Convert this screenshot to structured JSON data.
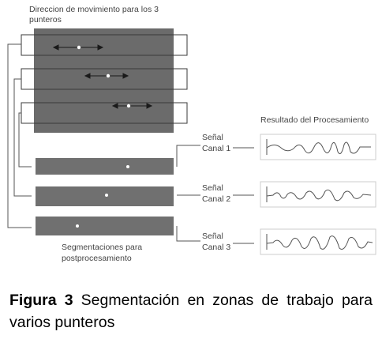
{
  "figure": {
    "top_label_line1": "Direccion de movimiento para los 3",
    "top_label_line2": "punteros",
    "result_label": "Resultado del Procesamiento",
    "bottom_label_line1": "Segmentaciones para",
    "bottom_label_line2": "postprocesamiento",
    "channels": [
      {
        "line1": "Señal",
        "line2": "Canal 1"
      },
      {
        "line1": "Señal",
        "line2": "Canal 2"
      },
      {
        "line1": "Señal",
        "line2": "Canal 3"
      }
    ],
    "colors": {
      "panel": "#6b6b6b",
      "strip": "#707070",
      "line": "#555555",
      "dot": "#ffffff"
    }
  },
  "caption": {
    "label": "Figura 3",
    "text": " Segmentación en zonas de trabajo para varios punteros"
  }
}
